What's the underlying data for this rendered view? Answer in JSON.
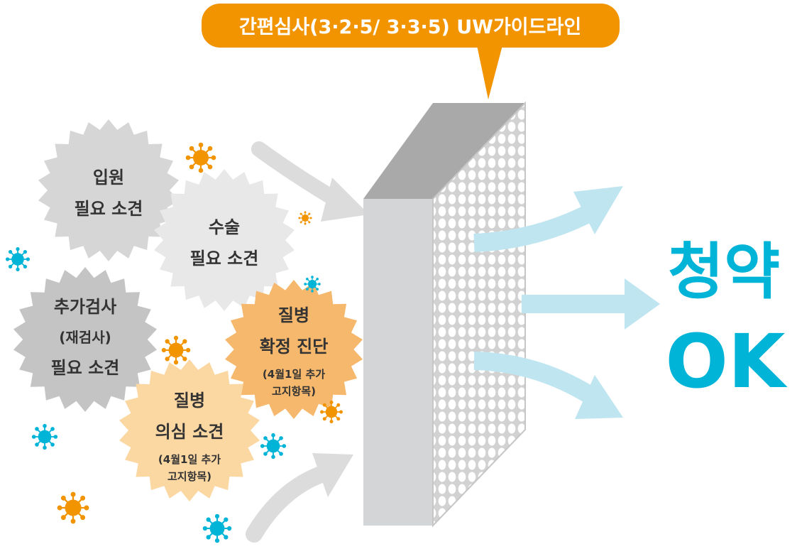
{
  "banner": {
    "text": "간편심사(3·2·5/ 3·3·5) UW가이드라인"
  },
  "badges": {
    "admission": {
      "line1": "입원",
      "line2": "필요 소견"
    },
    "surgery": {
      "line1": "수술",
      "line2": "필요 소견"
    },
    "extra_test": {
      "line1": "추가검사",
      "line2": "(재검사)",
      "line3": "필요 소견"
    },
    "confirmed": {
      "line1": "질병",
      "line2": "확정 진단",
      "note1": "(4월1일 추가",
      "note2": "고지항목)"
    },
    "suspected": {
      "line1": "질병",
      "line2": "의심 소견",
      "note1": "(4월1일 추가",
      "note2": "고지항목)"
    }
  },
  "result": {
    "line1": "청약",
    "line2": "OK"
  },
  "colors": {
    "orange": "#f29400",
    "cyan": "#00b4d8",
    "gray_light": "#e8e8e8",
    "gray_mid": "#d6d6d6",
    "gray_dark": "#c4c4c4",
    "orange_light": "#fbd7a2",
    "orange_mid": "#f6b86c",
    "arrow_blue": "#bfe5f0"
  }
}
